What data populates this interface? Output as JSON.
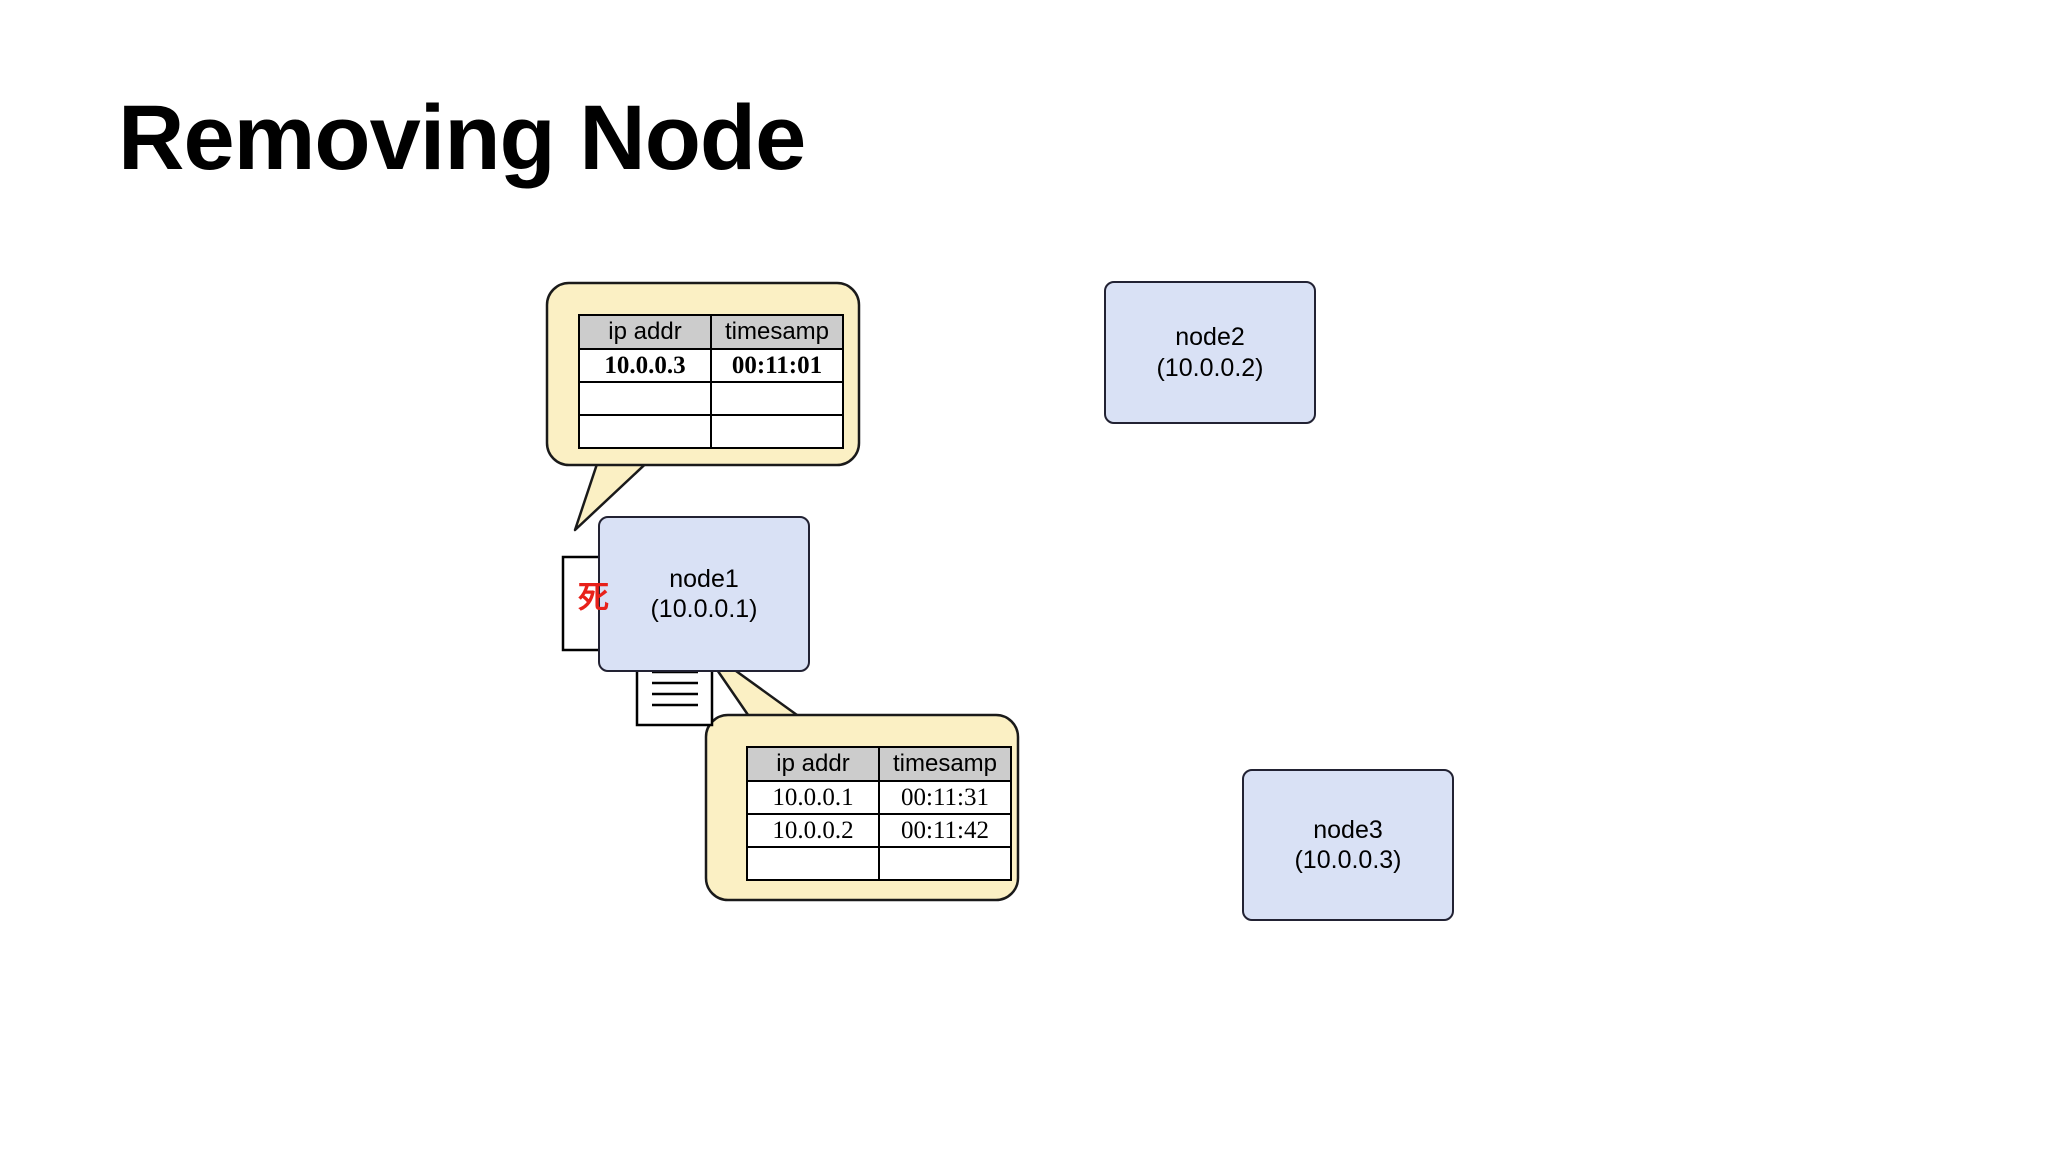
{
  "slide": {
    "title": "Removing Node",
    "background": "#ffffff"
  },
  "palette": {
    "node_fill": "#d9e1f5",
    "node_border": "#222233",
    "callout_fill": "#fbf0c4",
    "callout_border": "#1a1a1a",
    "table_header_fill": "#cccccc",
    "table_border": "#000000",
    "dead_marker_color": "#e8211a",
    "title_color": "#000000"
  },
  "nodes": [
    {
      "id": "node1",
      "name": "node1",
      "address": "(10.0.0.1)",
      "state": "dead"
    },
    {
      "id": "node2",
      "name": "node2",
      "address": "(10.0.0.2)",
      "state": "alive"
    },
    {
      "id": "node3",
      "name": "node3",
      "address": "(10.0.0.3)",
      "state": "alive"
    }
  ],
  "callouts": [
    {
      "id": "callout-top",
      "points_to": "node1",
      "bold_values": true,
      "columns": [
        "ip addr",
        "timesamp"
      ],
      "rows": [
        [
          "10.0.0.3",
          "00:11:01"
        ],
        [
          "",
          ""
        ],
        [
          "",
          ""
        ]
      ]
    },
    {
      "id": "callout-bottom",
      "points_to": "node1-document",
      "bold_values": false,
      "columns": [
        "ip addr",
        "timesamp"
      ],
      "rows": [
        [
          "10.0.0.1",
          "00:11:31"
        ],
        [
          "10.0.0.2",
          "00:11:42"
        ],
        [
          "",
          ""
        ]
      ]
    }
  ],
  "icons": [
    {
      "id": "dead-document",
      "name": "document-dead-icon",
      "glyph": "死"
    },
    {
      "id": "text-document",
      "name": "document-lines-icon",
      "glyph": ""
    }
  ]
}
